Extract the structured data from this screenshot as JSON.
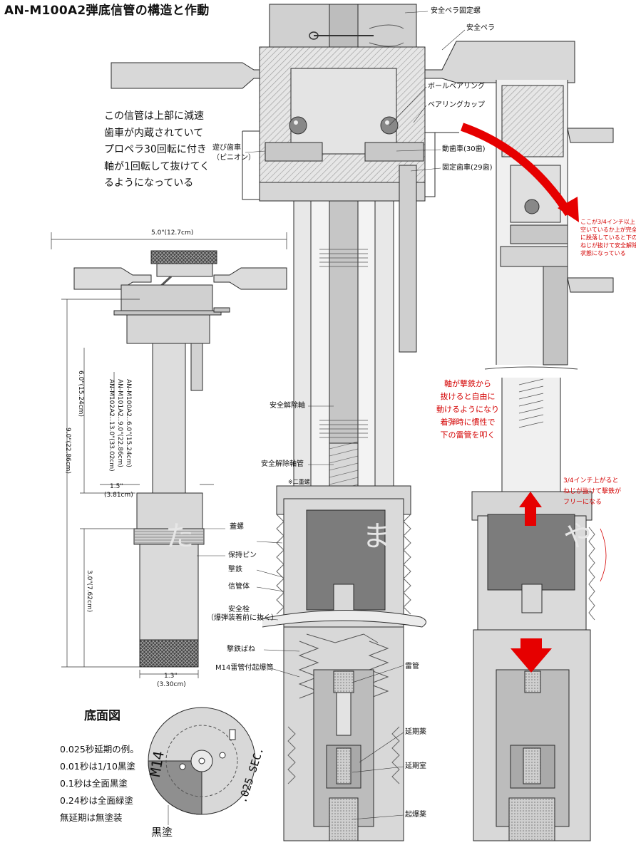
{
  "title": "AN-M100A2弾底信管の構造と作動",
  "intro_lines": [
    "この信管は上部に減速",
    "歯車が内蔵されていて",
    "プロペラ30回転に付き",
    "軸が1回転して抜けてく",
    "るようになっている"
  ],
  "labels": {
    "safety_vane_nut": "安全ペラ固定螺",
    "safety_vane": "安全ペラ",
    "ball_bearing": "ボールベアリング",
    "bearing_cup": "ベアリングカップ",
    "idle_gear": "遊び歯車",
    "idle_gear_sub": "（ピニオン）",
    "moving_gear": "動歯車(30歯)",
    "fixed_gear": "固定歯車(29歯)",
    "arming_stem": "安全解除軸",
    "arming_stem_sleeve": "安全解除軸管",
    "double_thread": "※二重螺",
    "cap_screw": "蓋螺",
    "retaining_pin": "保持ピン",
    "striker": "撃鉄",
    "fuze_body": "信管体",
    "safety_pin": "安全栓",
    "safety_pin_sub": "（爆弾装着前に抜く）",
    "striker_spring": "撃鉄ばね",
    "detonator_holder": "M14雷管付起爆筒",
    "primer": "雷管",
    "delay_element": "延期薬",
    "delay_chamber": "延期室",
    "booster": "起爆薬"
  },
  "red_notes": {
    "right_top": [
      "ここが3/4インチ以上",
      "空いているか上が完全",
      "に脱落していると下の",
      "ねじが抜けて安全解除",
      "状態になっている"
    ],
    "middle": [
      "軸が撃鉄から",
      "抜けると自由に",
      "動けるようになり",
      "着弾時に慣性で",
      "下の雷管を叩く"
    ],
    "right_mid": [
      "3/4インチ上がると",
      "ねじが抜けて撃鉄が",
      "フリーになる"
    ]
  },
  "watermarks": [
    "た",
    "ま",
    "や"
  ],
  "dimensions": {
    "width_top": "5.0\"(12.7cm)",
    "length_a": "6.0\"(15.24cm)",
    "length_b": "9.0\"(22.86cm)",
    "variants": [
      "AN-M100A2‥6.0\"(15.24cm)",
      "AN-M101A2‥9.0\"(22.86cm)",
      "AN-M102A2‥13.0\"(33.02cm)"
    ],
    "body_width": "1.5\"",
    "body_width_cm": "(3.81cm)",
    "lower_length": "3.0\"(7.62cm)",
    "bottom_width": "1.3\"",
    "bottom_width_cm": "(3.30cm)"
  },
  "bottom_view": {
    "title": "底面図",
    "disc_texts": [
      "M14",
      ".025 SEC."
    ],
    "notes": [
      "0.025秒延期の例。",
      "0.01秒は1/10黒塗",
      "0.1秒は全面黒塗",
      "0.24秒は全面緑塗",
      "無延期は無塗装"
    ],
    "black_label": "黒塗"
  },
  "colors": {
    "metal": "#d2d2d2",
    "metal_dark": "#8f8f8f",
    "striker": "#7c7c7c",
    "red": "#e60000",
    "line": "#2a2a2a"
  }
}
